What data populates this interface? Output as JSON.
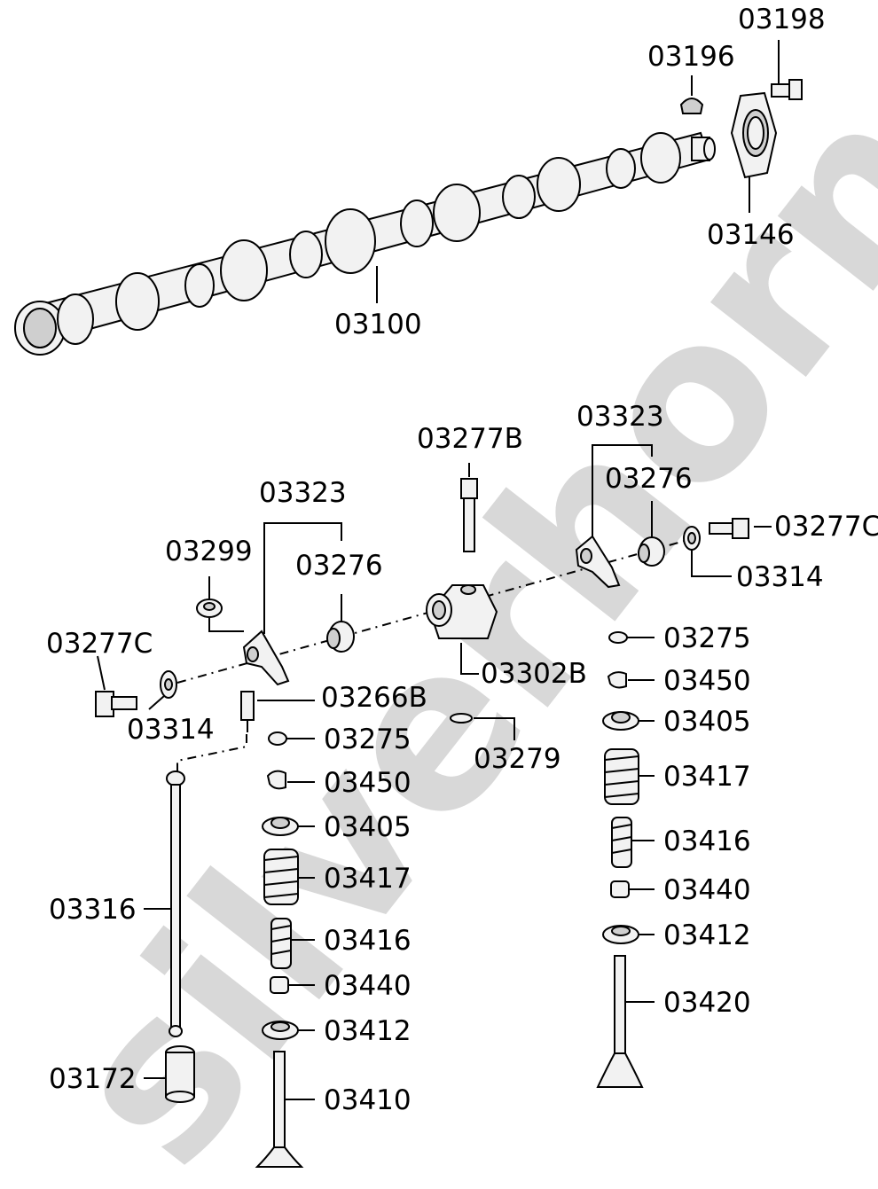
{
  "watermark": "silverhorn.co",
  "labels": {
    "p03198": "03198",
    "p03196": "03196",
    "p03146": "03146",
    "p03100": "03100",
    "p03323_r": "03323",
    "p03277b": "03277B",
    "p03276_r": "03276",
    "p03277c_r": "03277C",
    "p03314_r": "03314",
    "p03323_l": "03323",
    "p03299": "03299",
    "p03276_l": "03276",
    "p03277c_l": "03277C",
    "p03302b": "03302B",
    "p03266b": "03266B",
    "p03314_l": "03314",
    "p03275_l": "03275",
    "p03279": "03279",
    "p03450_l": "03450",
    "p03405_l": "03405",
    "p03417_l": "03417",
    "p03316": "03316",
    "p03416_l": "03416",
    "p03440_l": "03440",
    "p03412_l": "03412",
    "p03172": "03172",
    "p03410": "03410",
    "p03275_r": "03275",
    "p03450_r": "03450",
    "p03405_r": "03405",
    "p03417_r": "03417",
    "p03416_r": "03416",
    "p03440_r": "03440",
    "p03412_r": "03412",
    "p03420": "03420"
  }
}
